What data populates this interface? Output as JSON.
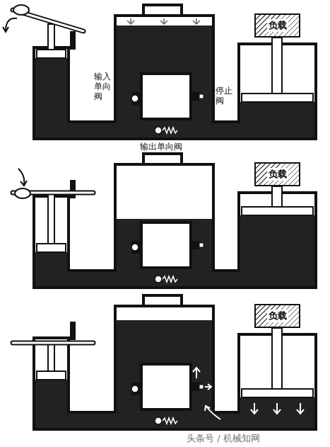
{
  "diagram": {
    "nodes": [
      {
        "text": [
          "负载"
        ]
      },
      {
        "text": [
          "负载"
        ]
      },
      {
        "text": [
          "负载"
        ]
      }
    ],
    "labels": [
      "输入单向阀",
      "停止阀",
      "输出单向阀",
      "头条号 / 机械知网"
    ]
  }
}
